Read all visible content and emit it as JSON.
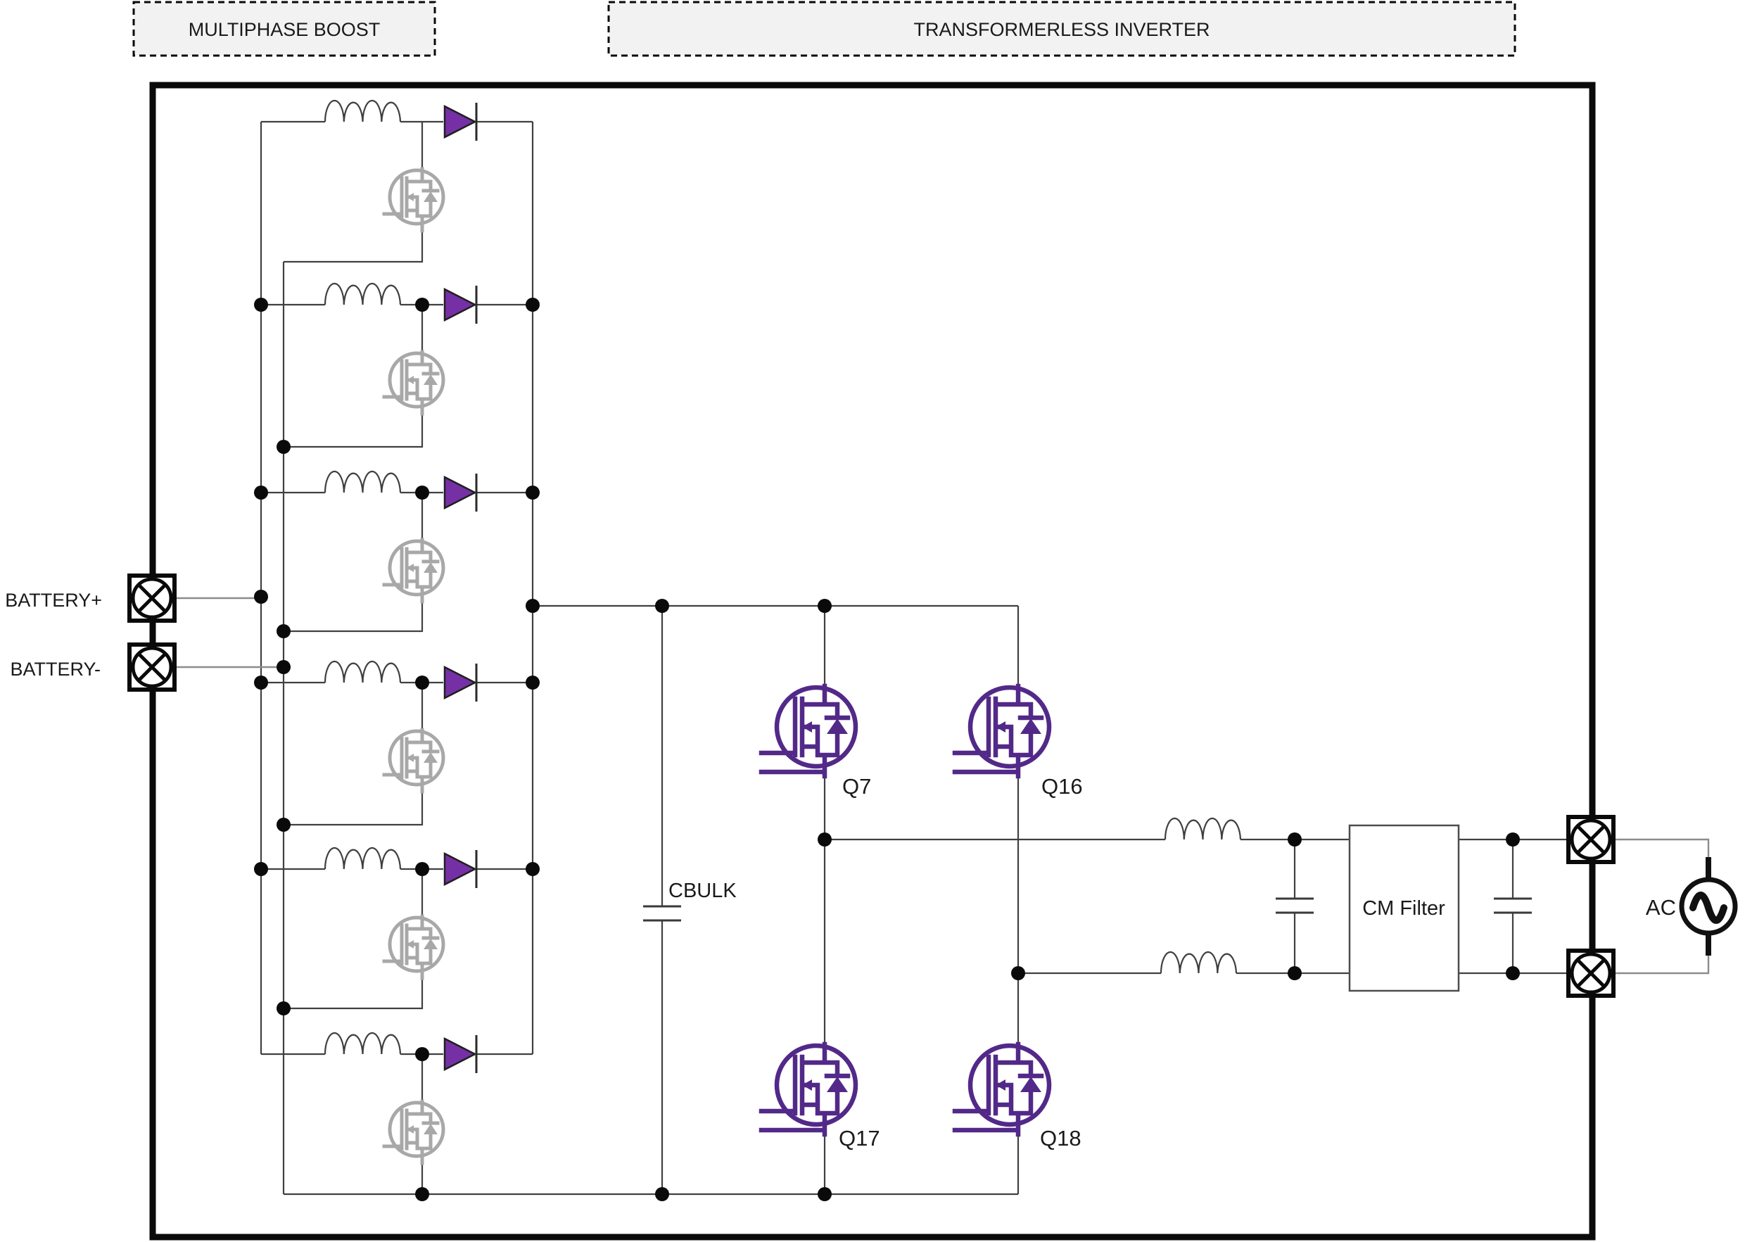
{
  "section_labels": {
    "boost": "MULTIPHASE BOOST",
    "inverter": "TRANSFORMERLESS INVERTER"
  },
  "io": {
    "battery_plus": "BATTERY+",
    "battery_minus": "BATTERY-",
    "ac": "AC"
  },
  "components": {
    "bulk_cap": "CBULK",
    "cm_filter": "CM Filter"
  },
  "transistors": {
    "q7": "Q7",
    "q16": "Q16",
    "q17": "Q17",
    "q18": "Q18"
  },
  "boost": {
    "phase_count": 6
  },
  "colors": {
    "diode": "#7630a6",
    "mosfet_active": "#522988",
    "mosfet_inactive": "#a8a8a8",
    "wire": "#404040",
    "wire_light": "#8c8c8c",
    "section_fill": "#f2f2f2"
  }
}
